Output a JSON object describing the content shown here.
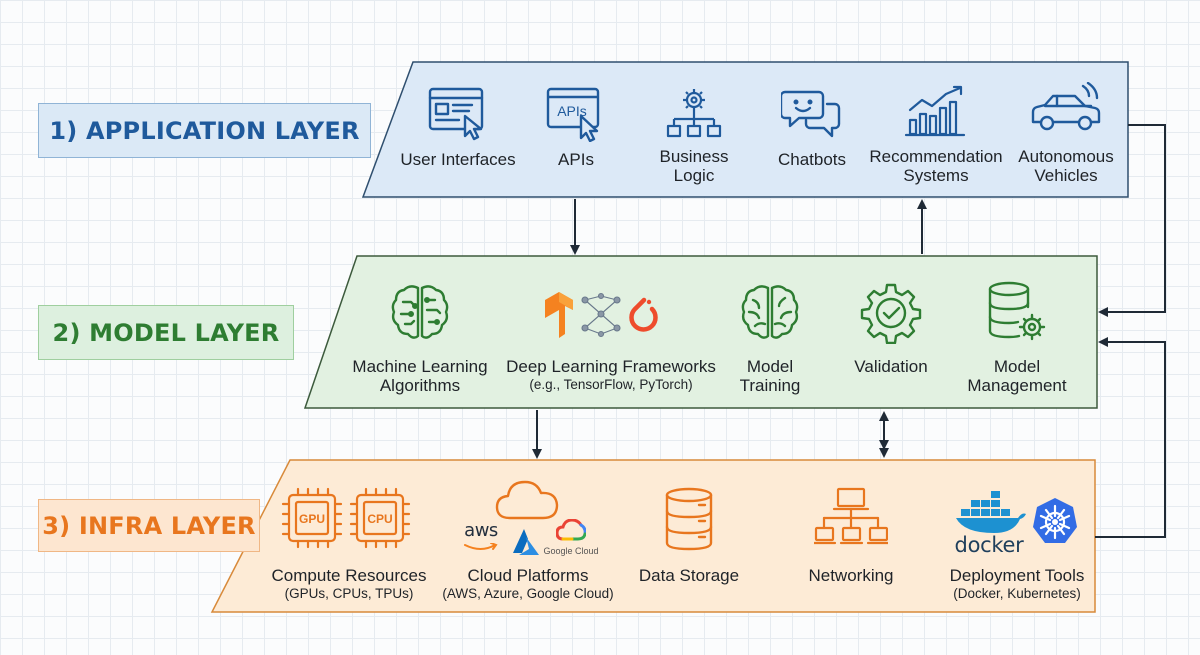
{
  "layers": {
    "application": {
      "title": "1) APPLICATION LAYER",
      "items": [
        {
          "label": "User Interfaces",
          "icon": "browser-click-icon"
        },
        {
          "label": "APIs",
          "icon": "api-window-icon",
          "icon_text": "APIs"
        },
        {
          "label_line1": "Business",
          "label_line2": "Logic",
          "icon": "gear-hierarchy-icon"
        },
        {
          "label": "Chatbots",
          "icon": "chat-bubbles-icon"
        },
        {
          "label_line1": "Recommendation",
          "label_line2": "Systems",
          "icon": "growth-chart-icon"
        },
        {
          "label_line1": "Autonomous",
          "label_line2": "Vehicles",
          "icon": "connected-car-icon"
        }
      ]
    },
    "model": {
      "title": "2) MODEL LAYER",
      "items": [
        {
          "label_line1": "Machine Learning",
          "label_line2": "Algorithms",
          "icon": "brain-circuit-icon"
        },
        {
          "label": "Deep Learning Frameworks",
          "sub": "(e.g., TensorFlow, PyTorch)",
          "icon": "framework-logos-icon"
        },
        {
          "label_line1": "Model",
          "label_line2": "Training",
          "icon": "brain-icon"
        },
        {
          "label": "Validation",
          "icon": "gear-check-icon"
        },
        {
          "label_line1": "Model",
          "label_line2": "Management",
          "icon": "database-gear-icon"
        }
      ]
    },
    "infra": {
      "title": "3) INFRA LAYER",
      "items": [
        {
          "label": "Compute Resources",
          "sub": "(GPUs, CPUs, TPUs)",
          "chip1": "GPU",
          "chip2": "CPU",
          "icon": "chip-icon"
        },
        {
          "label": "Cloud Platforms",
          "sub": "(AWS, Azure, Google Cloud)",
          "aws_text": "aws",
          "google_text": "Google Cloud",
          "icon": "cloud-icon"
        },
        {
          "label": "Data Storage",
          "icon": "database-icon"
        },
        {
          "label": "Networking",
          "icon": "network-icon"
        },
        {
          "label": "Deployment Tools",
          "sub": "(Docker, Kubernetes)",
          "docker_text": "docker",
          "icon": "docker-kubernetes-icon"
        }
      ]
    }
  },
  "colors": {
    "app_fill": "#dce9f7",
    "app_stroke": "#2f4f6f",
    "model_fill": "#e2f1e1",
    "model_stroke": "#3c5a3c",
    "infra_fill": "#fdebd6",
    "infra_stroke": "#d88a3a",
    "app_icon": "#1f5a9c",
    "model_icon": "#2e7d32",
    "infra_icon": "#e8761e",
    "arrow": "#1f2a36"
  }
}
